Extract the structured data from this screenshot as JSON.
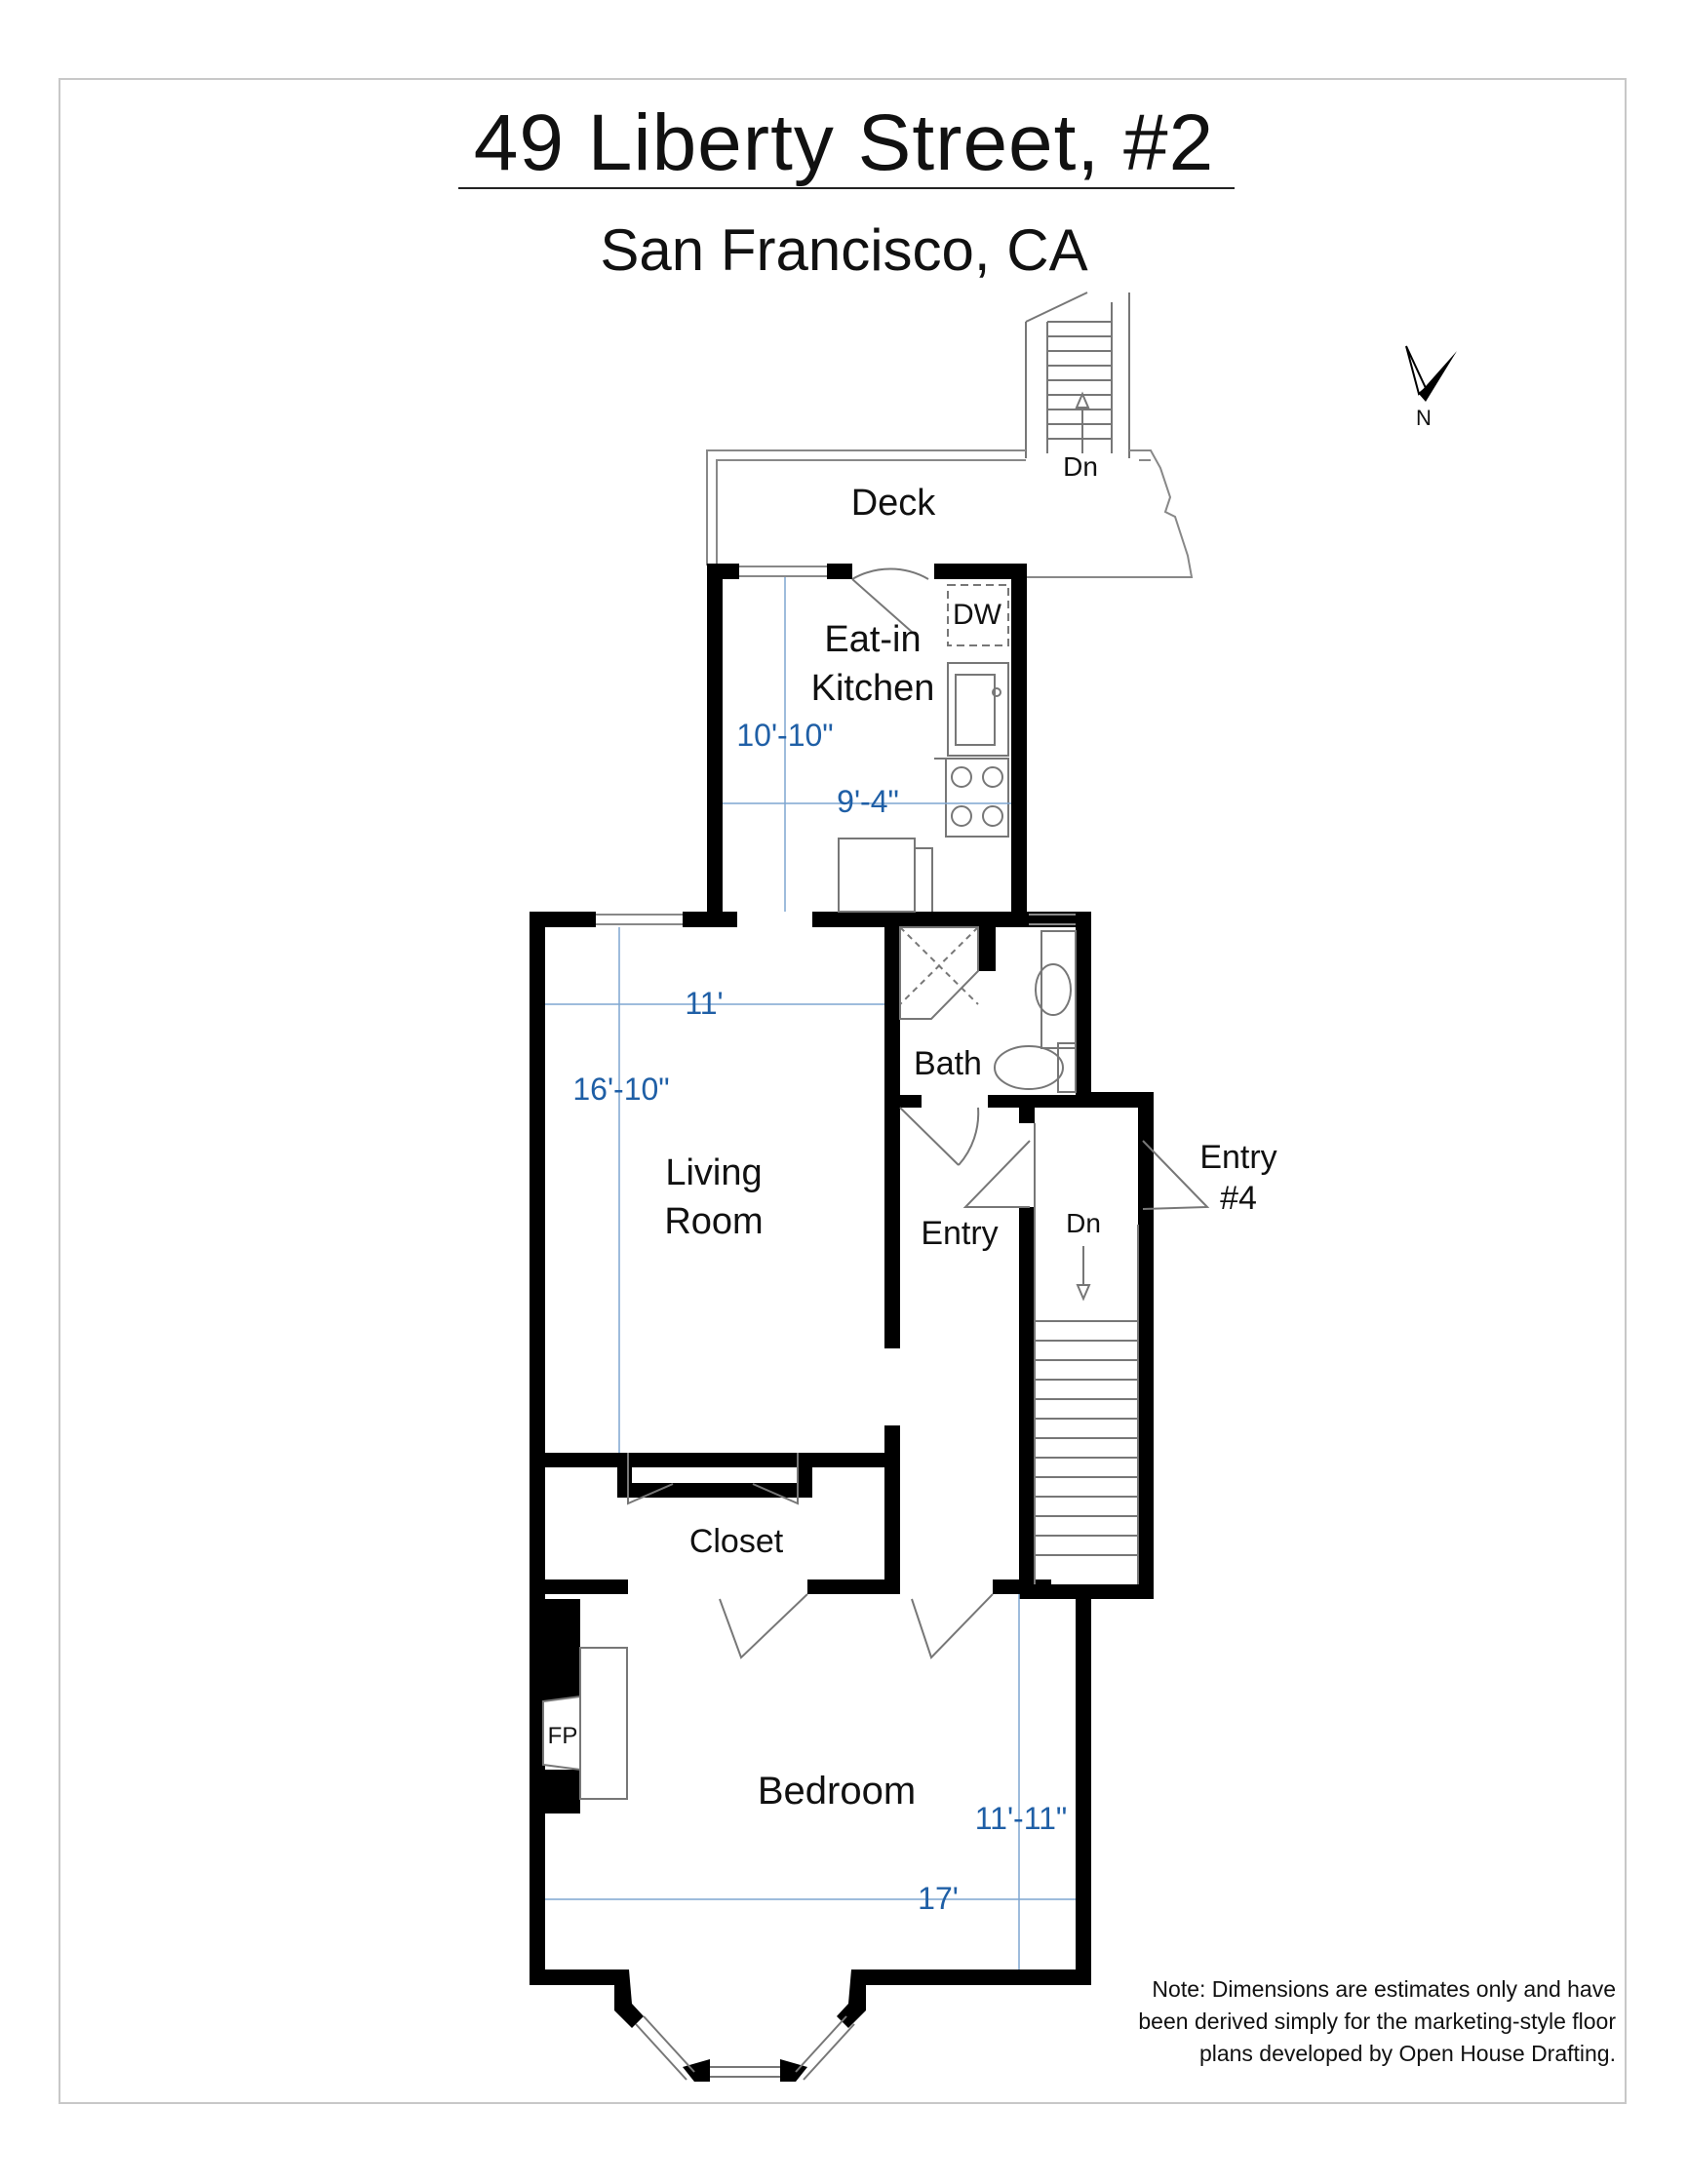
{
  "header": {
    "title": "49 Liberty Street, #2",
    "subtitle": "San Francisco, CA"
  },
  "compass": {
    "label": "N"
  },
  "rooms": {
    "deck": "Deck",
    "deck_stairs": "Dn",
    "kitchen_line1": "Eat-in",
    "kitchen_line2": "Kitchen",
    "dishwasher": "DW",
    "living_line1": "Living",
    "living_line2": "Room",
    "bath": "Bath",
    "entry": "Entry",
    "entry4_line1": "Entry",
    "entry4_line2": "#4",
    "stairs_down": "Dn",
    "closet": "Closet",
    "fireplace": "FP",
    "bedroom": "Bedroom"
  },
  "dimensions": {
    "kitchen_length": "10'-10\"",
    "kitchen_width": "9'-4\"",
    "living_width": "11'",
    "living_length": "16'-10\"",
    "bedroom_depth": "11'-11\"",
    "bedroom_width": "17'"
  },
  "note": "Note: Dimensions are estimates only and have been derived simply for the marketing-style floor plans developed by Open House Drafting.",
  "colors": {
    "wall": "#000000",
    "dimension": "#1f5fa6",
    "frame": "#c8c8c8"
  }
}
